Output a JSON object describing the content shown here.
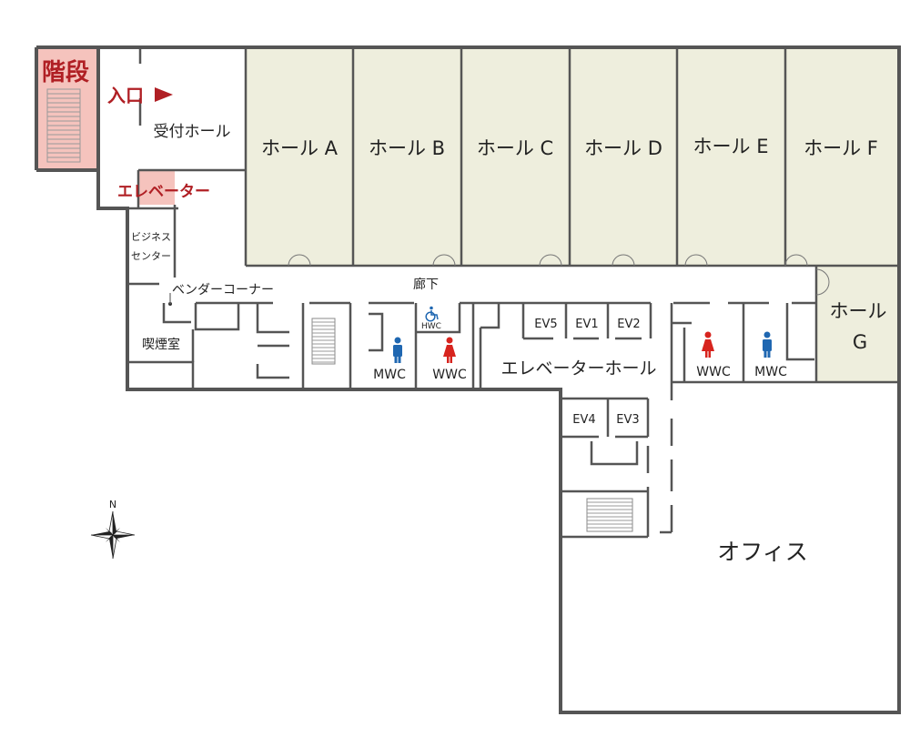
{
  "colors": {
    "hall_fill": "#eeeedd",
    "accent_fill": "#f5c3bd",
    "accent_text": "#b01f24",
    "wall": "#555555",
    "men_icon": "#1f67b1",
    "women_icon": "#d7241e",
    "accessible_icon": "#1f67b1"
  },
  "labels": {
    "stairs": "階段",
    "entrance": "入口",
    "elevator": "エレベーター",
    "reception_hall": "受付ホール",
    "business_center_line1": "ビジネス",
    "business_center_line2": "センター",
    "vending_corner": "ベンダーコーナー",
    "smoking_room": "喫煙室",
    "corridor": "廊下",
    "elevator_hall": "エレベーターホール",
    "office": "オフィス",
    "compass_n": "N"
  },
  "halls": [
    {
      "id": "a",
      "label": "ホール A"
    },
    {
      "id": "b",
      "label": "ホール B"
    },
    {
      "id": "c",
      "label": "ホール C"
    },
    {
      "id": "d",
      "label": "ホール D"
    },
    {
      "id": "e",
      "label": "ホール E"
    },
    {
      "id": "f",
      "label": "ホール F"
    }
  ],
  "hall_g": {
    "line1": "ホール",
    "line2": "G"
  },
  "elevators": {
    "ev1": "EV1",
    "ev2": "EV2",
    "ev3": "EV3",
    "ev4": "EV4",
    "ev5": "EV5"
  },
  "restrooms": {
    "hwc": "HWC",
    "mwc_left": "MWC",
    "wwc_left": "WWC",
    "wwc_right": "WWC",
    "mwc_right": "MWC"
  },
  "icons": {
    "men": "man-icon",
    "women": "woman-icon",
    "accessible": "wheelchair-icon",
    "entrance_arrow": "triangle-right-icon",
    "compass": "compass-rose-icon"
  }
}
